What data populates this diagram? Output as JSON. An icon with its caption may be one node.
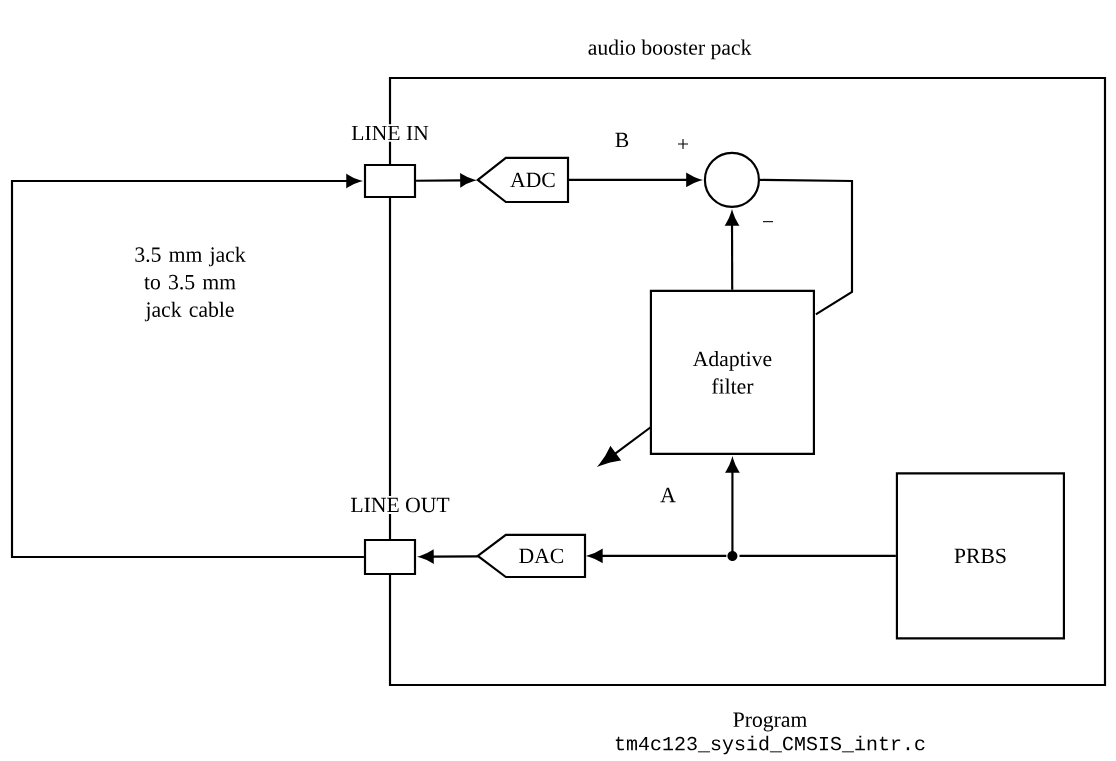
{
  "diagram": {
    "nodes": [
      {
        "text": [
          "audio booster pack"
        ]
      },
      {
        "text": [],
        "shape": "box"
      },
      {
        "text": [
          "ADC"
        ],
        "in": 0
      },
      {
        "text": [],
        "shape": "circle",
        "in": 0
      },
      {
        "text": [
          "Adaptive filter"
        ],
        "in": 0
      },
      {
        "text": [],
        "shape": "circle",
        "in": 0
      },
      {
        "text": [
          "PRBS"
        ],
        "in": 0
      },
      {
        "text": [
          "DAC"
        ],
        "in": 0
      },
      {
        "text": [],
        "shape": "box"
      }
    ],
    "edges": [
      {
        "from": 8,
        "to": 1,
        "arrow": "to"
      },
      {
        "from": 1,
        "to": 2,
        "arrow": "to"
      },
      {
        "from": 2,
        "to": 3,
        "arrow": "to",
        "label": "B"
      },
      {
        "from": 4,
        "to": 3,
        "arrow": "to"
      },
      {
        "from": 3,
        "to": 4,
        "arrow": "none"
      },
      {
        "from": 6,
        "to": 5,
        "arrow": "none"
      },
      {
        "from": 5,
        "to": 4,
        "arrow": "to"
      },
      {
        "from": 5,
        "to": 7,
        "arrow": "to",
        "label": "A"
      },
      {
        "from": 7,
        "to": 8,
        "arrow": "to"
      }
    ],
    "labels": [
      "LINE IN",
      "+",
      "−",
      "3.5 mm jack to 3.5 mm jack cable",
      "LINE OUT",
      "Program",
      "tm4c123_sysid_CMSIS_intr.c"
    ]
  }
}
